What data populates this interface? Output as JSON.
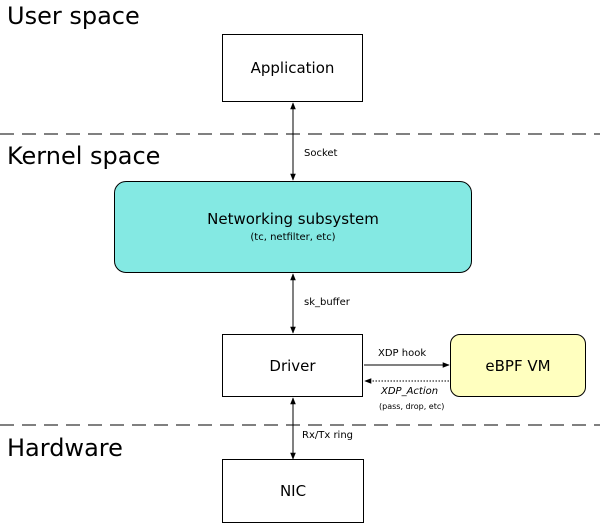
{
  "regions": {
    "user_space": "User space",
    "kernel_space": "Kernel space",
    "hardware": "Hardware"
  },
  "nodes": {
    "application": {
      "label": "Application",
      "fill": "#ffffff"
    },
    "networking": {
      "label": "Networking subsystem",
      "sublabel": "(tc, netfilter, etc)",
      "fill": "#84e9e3"
    },
    "driver": {
      "label": "Driver",
      "fill": "#ffffff"
    },
    "ebpf": {
      "label": "eBPF VM",
      "fill": "#ffffbf"
    },
    "nic": {
      "label": "NIC",
      "fill": "#ffffff"
    }
  },
  "edges": {
    "socket": "Socket",
    "sk_buffer": "sk_buffer",
    "xdp_hook": "XDP hook",
    "xdp_action": "XDP_Action",
    "xdp_action_detail": "(pass, drop, etc)",
    "rxtx_ring": "Rx/Tx ring"
  }
}
